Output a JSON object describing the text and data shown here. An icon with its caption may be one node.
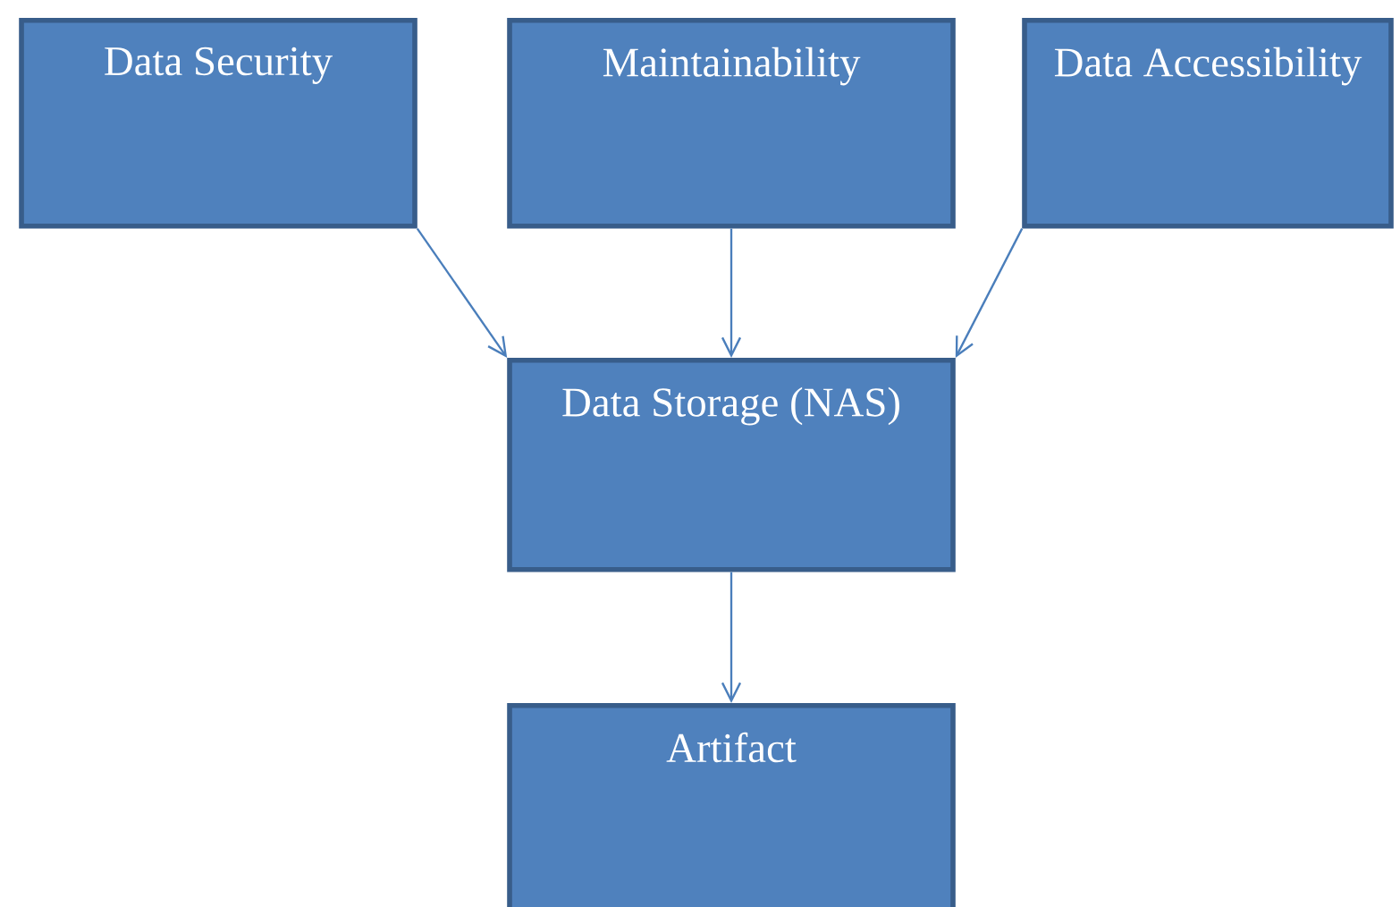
{
  "diagram": {
    "nodes": [
      {
        "text": [
          "Data Security"
        ]
      },
      {
        "text": [
          "Maintainability"
        ]
      },
      {
        "text": [
          "Data Accessibility"
        ]
      },
      {
        "text": [
          "Data Storage (NAS)"
        ]
      },
      {
        "text": [
          "Artifact"
        ]
      }
    ],
    "edges": [
      {
        "from": 0,
        "to": 3,
        "arrow": "to"
      },
      {
        "from": 1,
        "to": 3,
        "arrow": "to"
      },
      {
        "from": 2,
        "to": 3,
        "arrow": "to"
      },
      {
        "from": 3,
        "to": 4,
        "arrow": "to"
      }
    ]
  }
}
